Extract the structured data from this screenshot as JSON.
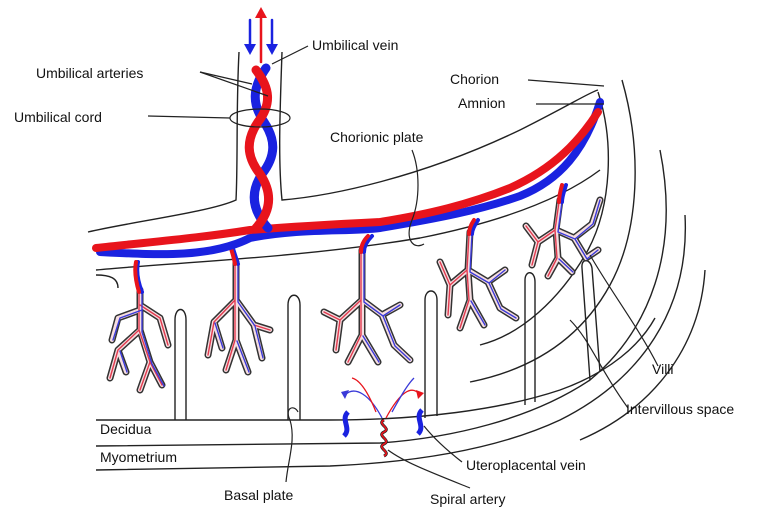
{
  "labels": {
    "umbilical_vein": "Umbilical vein",
    "umbilical_arteries": "Umbilical arteries",
    "umbilical_cord": "Umbilical cord",
    "chorion": "Chorion",
    "amnion": "Amnion",
    "chorionic_plate": "Chorionic plate",
    "villi": "Villi",
    "intervillous_space": "Intervillous space",
    "decidua": "Decidua",
    "myometrium": "Myometrium",
    "uteroplacental_vein": "Uteroplacental vein",
    "basal_plate": "Basal plate",
    "spiral_artery": "Spiral artery"
  },
  "colors": {
    "artery": "#e8141c",
    "vein": "#1a22e0",
    "outline": "#222222"
  }
}
